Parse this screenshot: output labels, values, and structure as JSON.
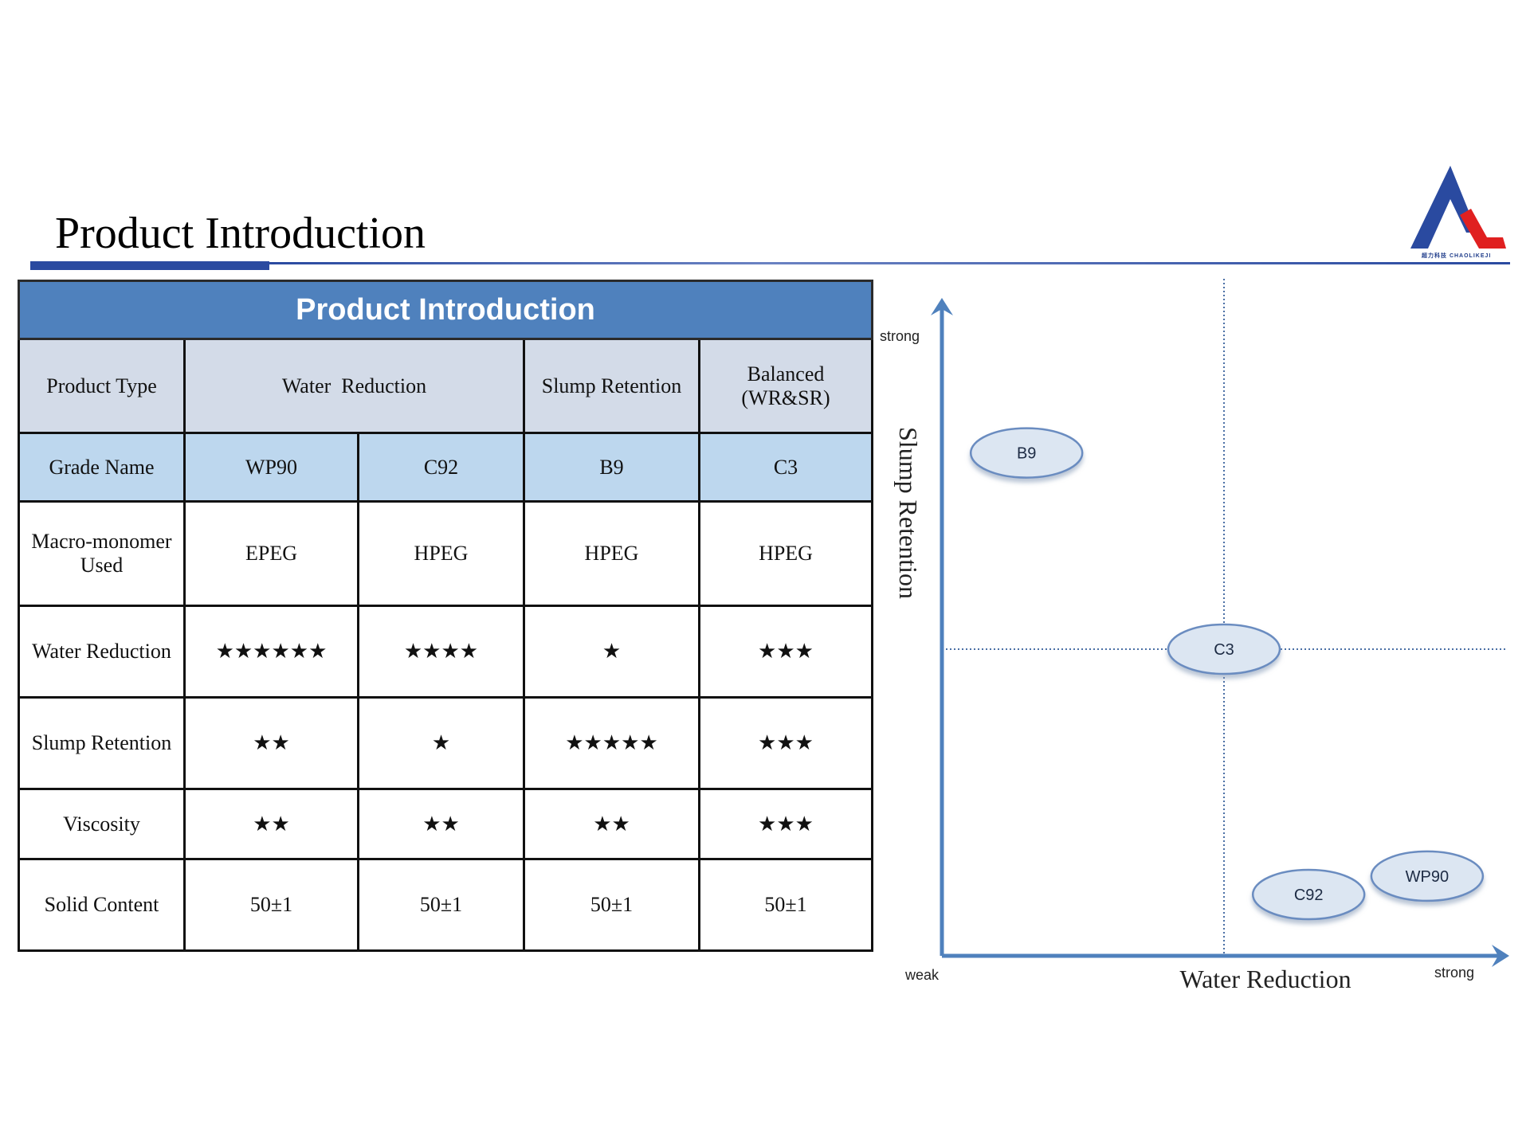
{
  "header": {
    "title": "Product Introduction",
    "logo_text": "超力科技 CHAOLIKEJI"
  },
  "colors": {
    "accent_blue": "#2a4aa0",
    "table_header": "#4f81bd",
    "row_type_bg": "#d3dbe8",
    "row_grade_bg": "#bdd7ee",
    "axis_blue": "#4f81bd",
    "ellipse_fill": "#dce6f2",
    "logo_red": "#e02020"
  },
  "table": {
    "title": "Product Introduction",
    "product_type": {
      "label": "Product Type",
      "water_reduction": "Water  Reduction",
      "slump_retention": "Slump Retention",
      "balanced": "Balanced (WR&SR)"
    },
    "grades": {
      "label": "Grade Name",
      "values": [
        "WP90",
        "C92",
        "B9",
        "C3"
      ]
    },
    "rows": [
      {
        "label": "Macro-monomer Used",
        "values": [
          "EPEG",
          "HPEG",
          "HPEG",
          "HPEG"
        ]
      },
      {
        "label": "Water Reduction",
        "values": [
          "★★★★★★",
          "★★★★",
          "★",
          "★★★"
        ]
      },
      {
        "label": "Slump Retention",
        "values": [
          "★★",
          "★",
          "★★★★★",
          "★★★"
        ]
      },
      {
        "label": "Viscosity",
        "values": [
          "★★",
          "★★",
          "★★",
          "★★★"
        ]
      },
      {
        "label": "Solid Content",
        "values": [
          "50±1",
          "50±1",
          "50±1",
          "50±1"
        ]
      }
    ]
  },
  "chart_data": {
    "type": "scatter",
    "title": "",
    "xlabel": "Water Reduction",
    "ylabel": "Slump Retention",
    "x_min_label": "weak",
    "x_max_label": "strong",
    "y_max_label": "strong",
    "xlim": [
      0,
      1
    ],
    "ylim": [
      0,
      1
    ],
    "grid": false,
    "reference_lines": {
      "x": 0.5,
      "y": 0.5
    },
    "points": [
      {
        "label": "B9",
        "x": 0.15,
        "y": 0.82
      },
      {
        "label": "C3",
        "x": 0.5,
        "y": 0.5
      },
      {
        "label": "C92",
        "x": 0.65,
        "y": 0.1
      },
      {
        "label": "WP90",
        "x": 0.86,
        "y": 0.13
      }
    ]
  }
}
